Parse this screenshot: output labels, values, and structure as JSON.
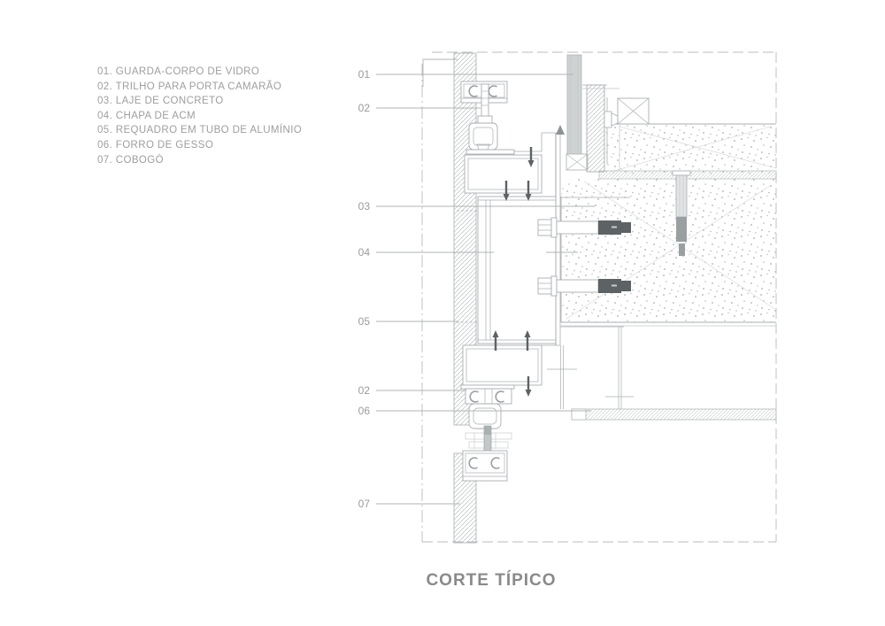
{
  "page": {
    "title": "CORTE TÍPICO"
  },
  "legend": {
    "items": [
      "01. GUARDA-CORPO DE VIDRO",
      "02. TRILHO PARA PORTA CAMARÃO",
      "03. LAJE DE CONCRETO",
      "04. CHAPA DE ACM",
      "05. REQUADRO EM TUBO DE ALUMÍNIO",
      "06. FORRO DE GESSO",
      "07. COBOGÓ"
    ]
  },
  "callouts": [
    "01",
    "02",
    "03",
    "04",
    "05",
    "02",
    "06",
    "07"
  ],
  "colors": {
    "line": "#a9aeb1",
    "hatch": "#b9bdbf",
    "stipple": "#a9adaf",
    "dark": "#5d6265",
    "glass": "#ced2d2",
    "label_text": "#9b9b9b",
    "title_text": "#8a8a8a"
  }
}
